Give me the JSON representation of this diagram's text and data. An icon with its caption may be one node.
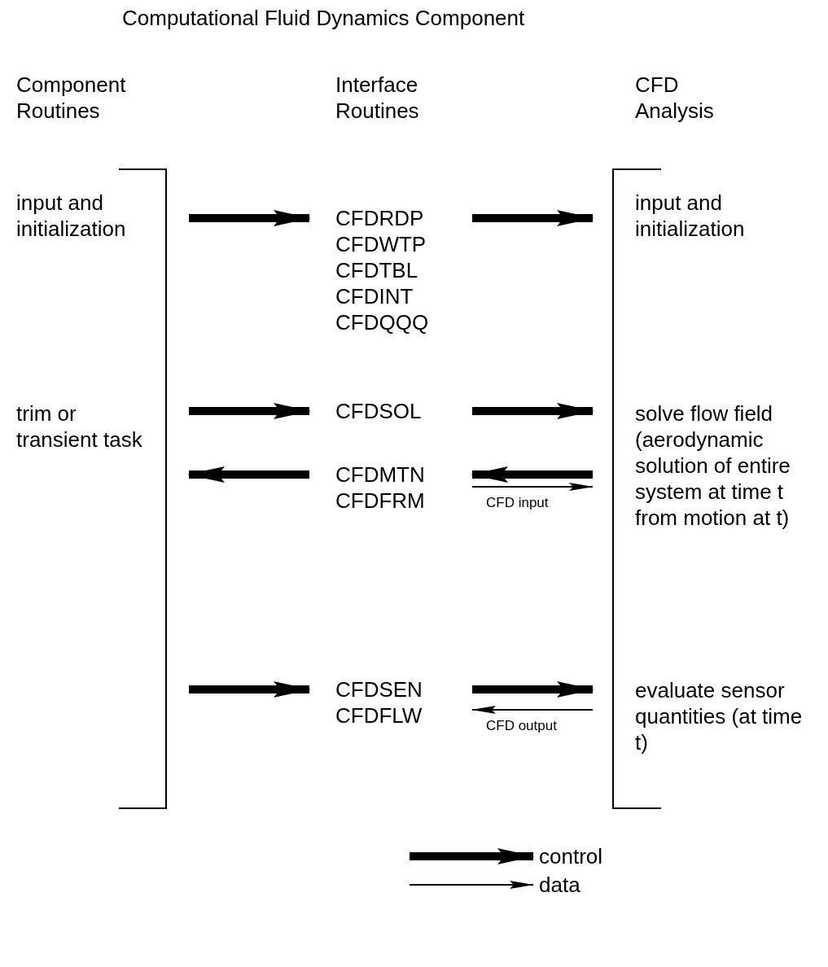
{
  "diagram": {
    "title": "Computational Fluid Dynamics Component",
    "nodes": [
      {
        "text": [
          "input and initialization"
        ]
      },
      {
        "text": [
          "trim or transient task"
        ]
      },
      {
        "text": [
          "CFDRDP",
          "CFDWTP",
          "CFDTBL",
          "CFDINT",
          "CFDQQQ"
        ]
      },
      {
        "text": [
          "CFDSOL"
        ]
      },
      {
        "text": [
          "CFDMTN",
          "CFDFRM"
        ]
      },
      {
        "text": [
          "CFDSEN",
          "CFDFLW"
        ]
      },
      {
        "text": [
          "input and initialization"
        ]
      },
      {
        "text": [
          "solve flow field (aerodynamic solution of entire system at time t from motion at t)"
        ]
      },
      {
        "text": [
          "evaluate sensor quantities (at time t)"
        ]
      }
    ],
    "edges": [
      {
        "from": 0,
        "to": 2,
        "arrow": "to"
      },
      {
        "from": 2,
        "to": 6,
        "arrow": "to"
      },
      {
        "from": 1,
        "to": 3,
        "arrow": "to"
      },
      {
        "from": 3,
        "to": 7,
        "arrow": "to"
      },
      {
        "from": 7,
        "to": 4,
        "arrow": "to"
      },
      {
        "from": 4,
        "to": 1,
        "arrow": "to"
      },
      {
        "from": 4,
        "to": 7,
        "arrow": "to",
        "label": "CFD input"
      },
      {
        "from": null,
        "to": 5,
        "arrow": "to"
      },
      {
        "from": 5,
        "to": 8,
        "arrow": "to"
      },
      {
        "from": 8,
        "to": 5,
        "arrow": "to",
        "label": "CFD output"
      }
    ],
    "labels": [
      "Component Routines",
      "Interface Routines",
      "CFD Analysis"
    ],
    "legend": [
      {
        "text": "control"
      },
      {
        "text": "data"
      }
    ]
  }
}
